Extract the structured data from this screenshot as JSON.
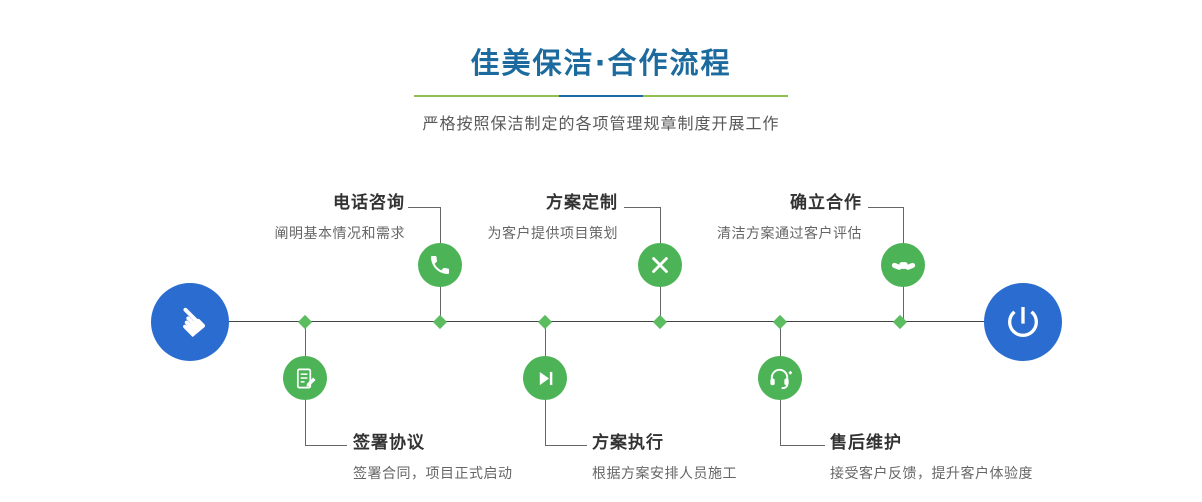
{
  "header": {
    "title": "佳美保洁·合作流程",
    "subtitle": "严格按照保洁制定的各项管理规章制度开展工作"
  },
  "colors": {
    "title_blue": "#1c6a9e",
    "divider_green": "#8fbf4d",
    "node_green": "#4cb456",
    "diamond_green": "#5bbd60",
    "endpoint_blue": "#2b6cd0"
  },
  "steps_top": [
    {
      "label": "电话咨询",
      "desc": "阐明基本情况和需求",
      "icon": "phone-icon"
    },
    {
      "label": "方案定制",
      "desc": "为客户提供项目策划",
      "icon": "design-tools-icon"
    },
    {
      "label": "确立合作",
      "desc": "清洁方案通过客户评估",
      "icon": "handshake-icon"
    }
  ],
  "steps_bottom": [
    {
      "label": "签署协议",
      "desc": "签署合同，项目正式启动",
      "icon": "sign-document-icon"
    },
    {
      "label": "方案执行",
      "desc": "根据方案安排人员施工",
      "icon": "play-next-icon"
    },
    {
      "label": "售后维护",
      "desc": "接受客户反馈，提升客户体验度",
      "icon": "headset-plus-icon"
    }
  ],
  "endpoints": {
    "start_icon": "pointer-hand-icon",
    "end_icon": "power-icon"
  }
}
